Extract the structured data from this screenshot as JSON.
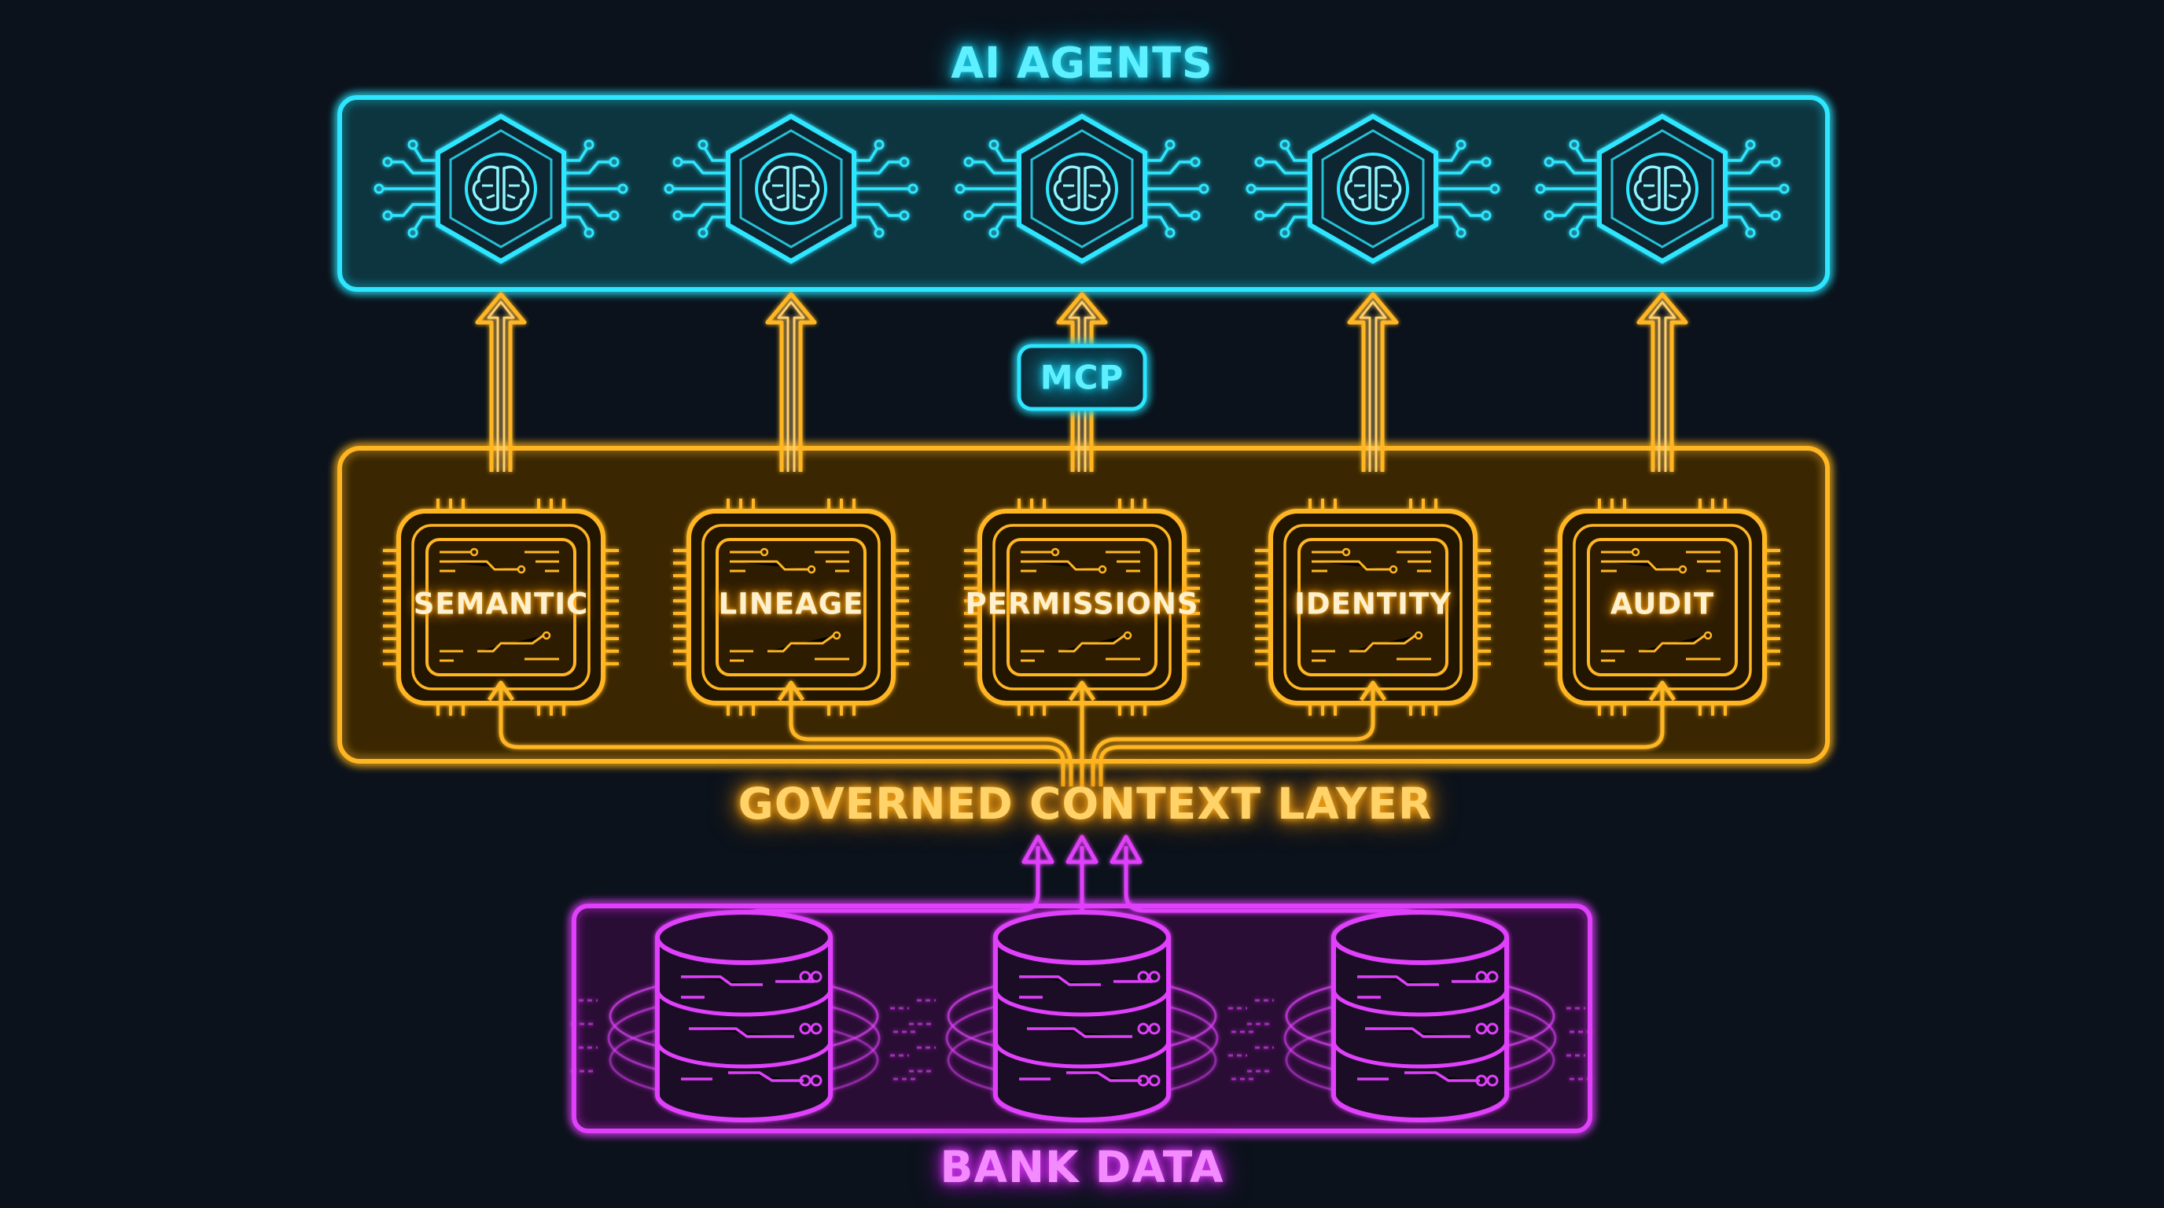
{
  "agents": {
    "title": "AI AGENTS",
    "count": 5,
    "icon": "ai-brain-chip-icon"
  },
  "protocol": {
    "label": "MCP"
  },
  "context_layer": {
    "title": "GOVERNED CONTEXT LAYER",
    "modules": [
      {
        "label": "SEMANTIC"
      },
      {
        "label": "LINEAGE"
      },
      {
        "label": "PERMISSIONS"
      },
      {
        "label": "IDENTITY"
      },
      {
        "label": "AUDIT"
      }
    ]
  },
  "data_layer": {
    "title": "BANK DATA",
    "databases": 3,
    "icon": "database-icon"
  },
  "colors": {
    "background": "#0b121b",
    "agents": "#2ee6ff",
    "context": "#ffb624",
    "data": "#e040fb"
  }
}
